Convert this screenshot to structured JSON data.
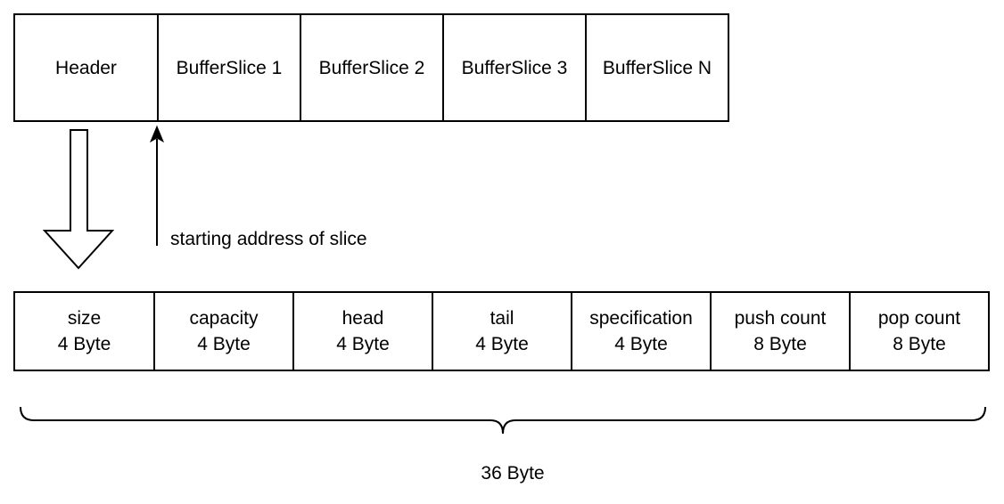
{
  "top_row": {
    "cells": [
      "Header",
      "BufferSlice 1",
      "BufferSlice 2",
      "BufferSlice 3",
      "BufferSlice N"
    ]
  },
  "arrow_label": "starting address of slice",
  "header_fields": [
    {
      "name": "size",
      "bytes": "4 Byte"
    },
    {
      "name": "capacity",
      "bytes": "4 Byte"
    },
    {
      "name": "head",
      "bytes": "4 Byte"
    },
    {
      "name": "tail",
      "bytes": "4 Byte"
    },
    {
      "name": "specification",
      "bytes": "4 Byte"
    },
    {
      "name": "push count",
      "bytes": "8 Byte"
    },
    {
      "name": "pop count",
      "bytes": "8 Byte"
    }
  ],
  "total_label": "36 Byte"
}
